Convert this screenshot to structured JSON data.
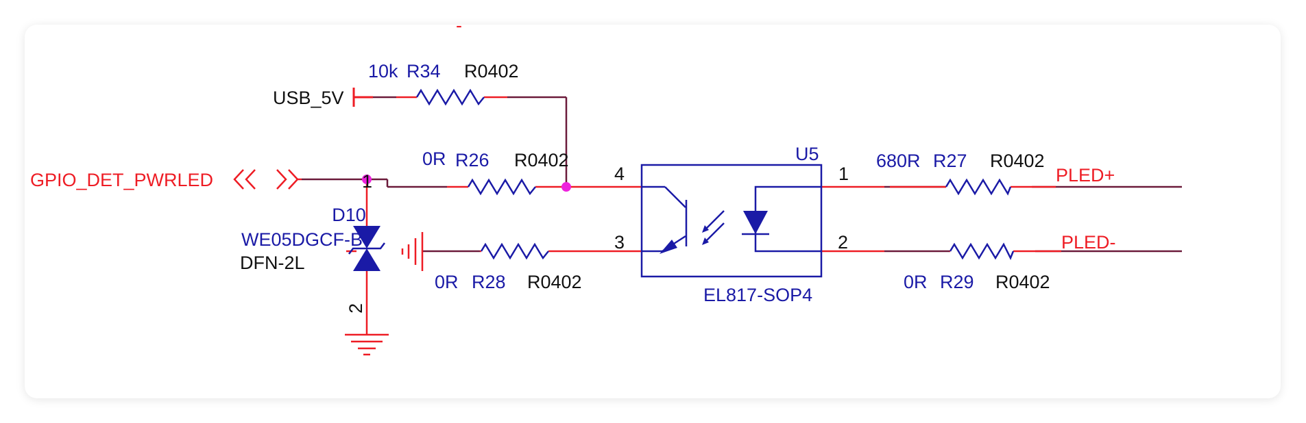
{
  "marker": "-",
  "nets": {
    "usb_5v": "USB_5V",
    "gpio": "GPIO_DET_PWRLED",
    "pled_plus": "PLED+",
    "pled_minus": "PLED-"
  },
  "components": {
    "r34": {
      "value": "10k",
      "ref": "R34",
      "package": "R0402"
    },
    "r26": {
      "value": "0R",
      "ref": "R26",
      "package": "R0402"
    },
    "r28": {
      "value": "0R",
      "ref": "R28",
      "package": "R0402"
    },
    "r27": {
      "value": "680R",
      "ref": "R27",
      "package": "R0402"
    },
    "r29": {
      "value": "0R",
      "ref": "R29",
      "package": "R0402"
    },
    "d10": {
      "ref": "D10",
      "part": "WE05DGCF-B",
      "package": "DFN-2L",
      "pin1": "1",
      "pin2": "2"
    },
    "u5": {
      "ref": "U5",
      "part": "EL817-SOP4",
      "pin1": "1",
      "pin2": "2",
      "pin3": "3",
      "pin4": "4"
    }
  },
  "colors": {
    "wire": "#6b1a3a",
    "lead": "#ee1c24",
    "component": "#1a1aa6",
    "junction": "#ee22dd"
  }
}
